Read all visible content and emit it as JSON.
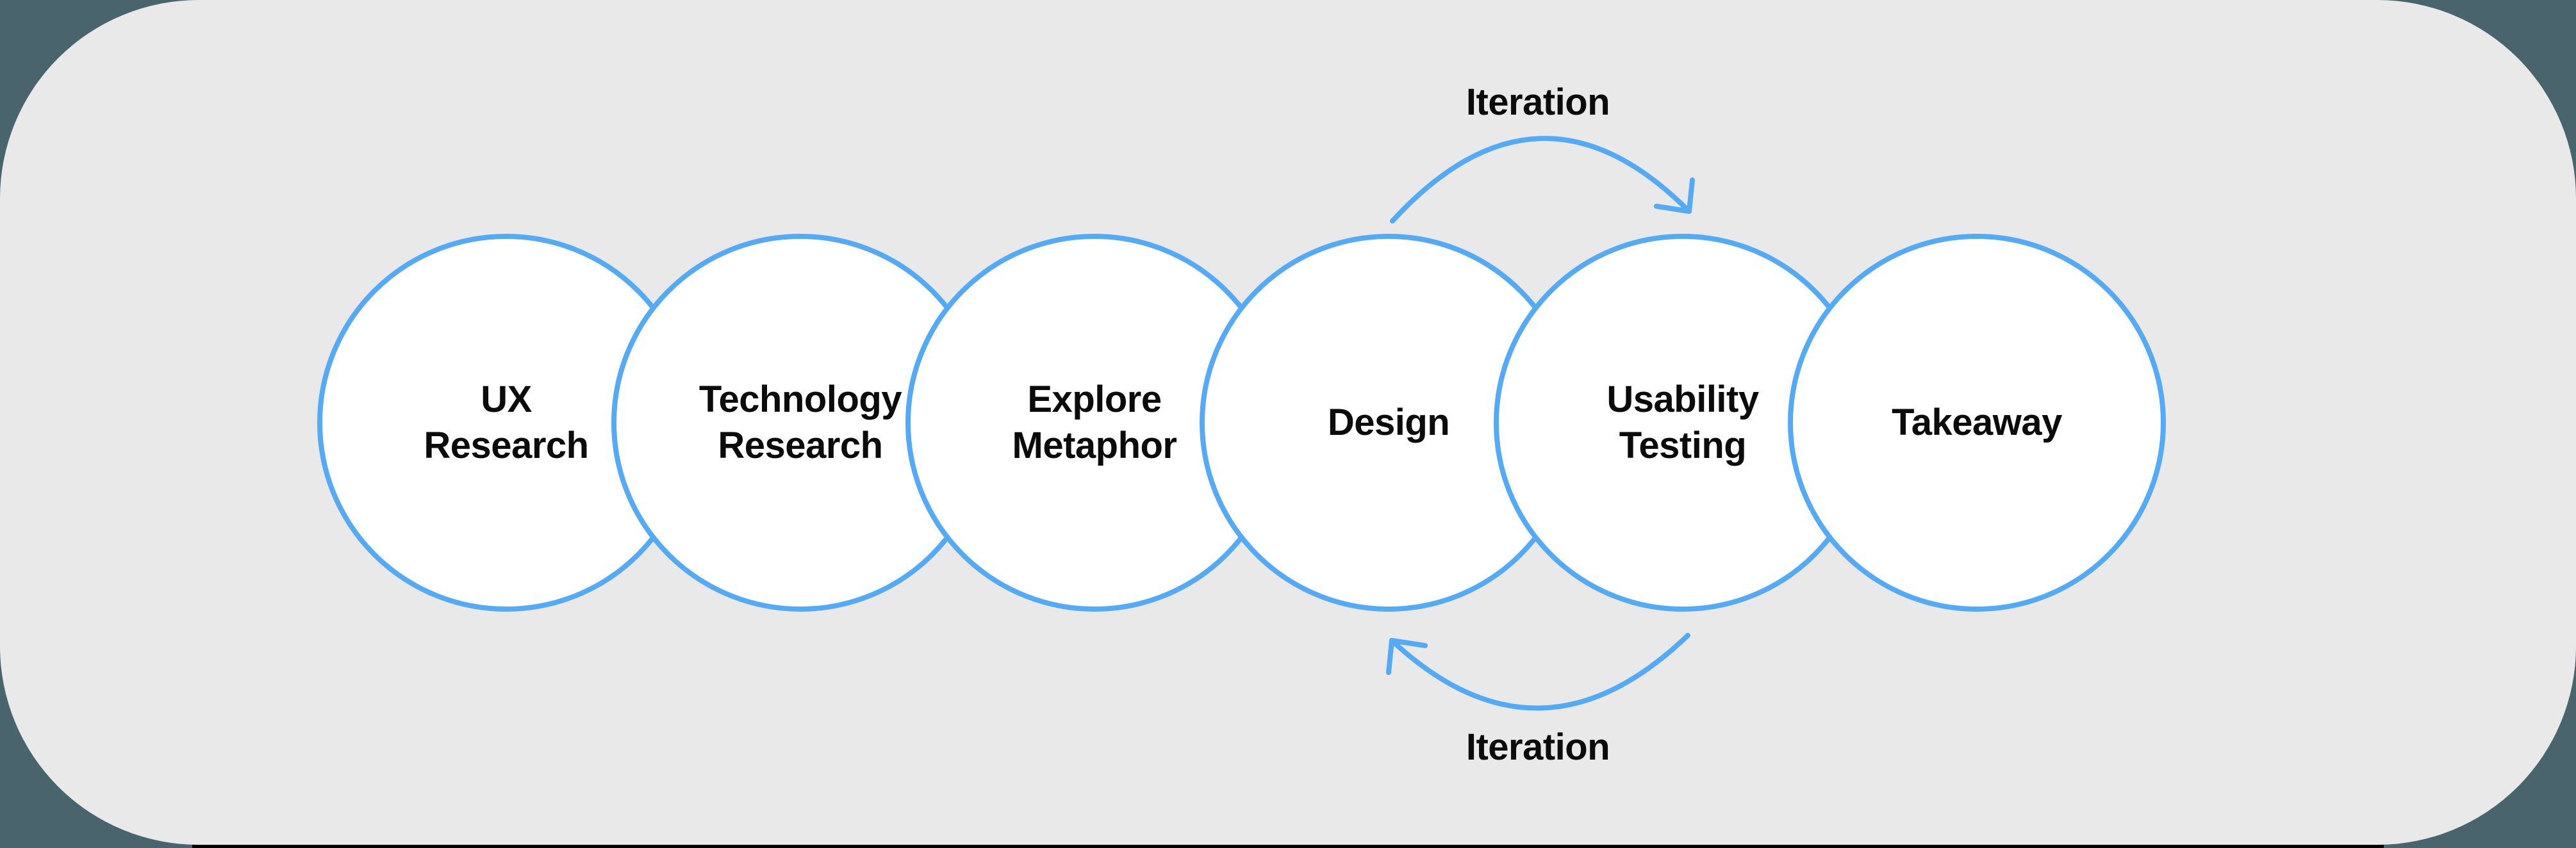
{
  "colors": {
    "outer_bg": "#4a646e",
    "panel_bg": "#e9e9e9",
    "accent": "#55aaf5",
    "circle_fill": "#ffffff",
    "text": "#0b0b0b",
    "bottom_bar": "#000000"
  },
  "diagram": {
    "stages": [
      {
        "id": "ux-research",
        "label": "UX\nResearch"
      },
      {
        "id": "technology-research",
        "label": "Technology\nResearch"
      },
      {
        "id": "explore-metaphor",
        "label": "Explore\nMetaphor"
      },
      {
        "id": "design",
        "label": "Design"
      },
      {
        "id": "usability-testing",
        "label": "Usability\nTesting"
      },
      {
        "id": "takeaway",
        "label": "Takeaway"
      }
    ],
    "iteration": {
      "top_label": "Iteration",
      "bottom_label": "Iteration",
      "loop_between": [
        "Design",
        "Usability Testing"
      ]
    }
  }
}
